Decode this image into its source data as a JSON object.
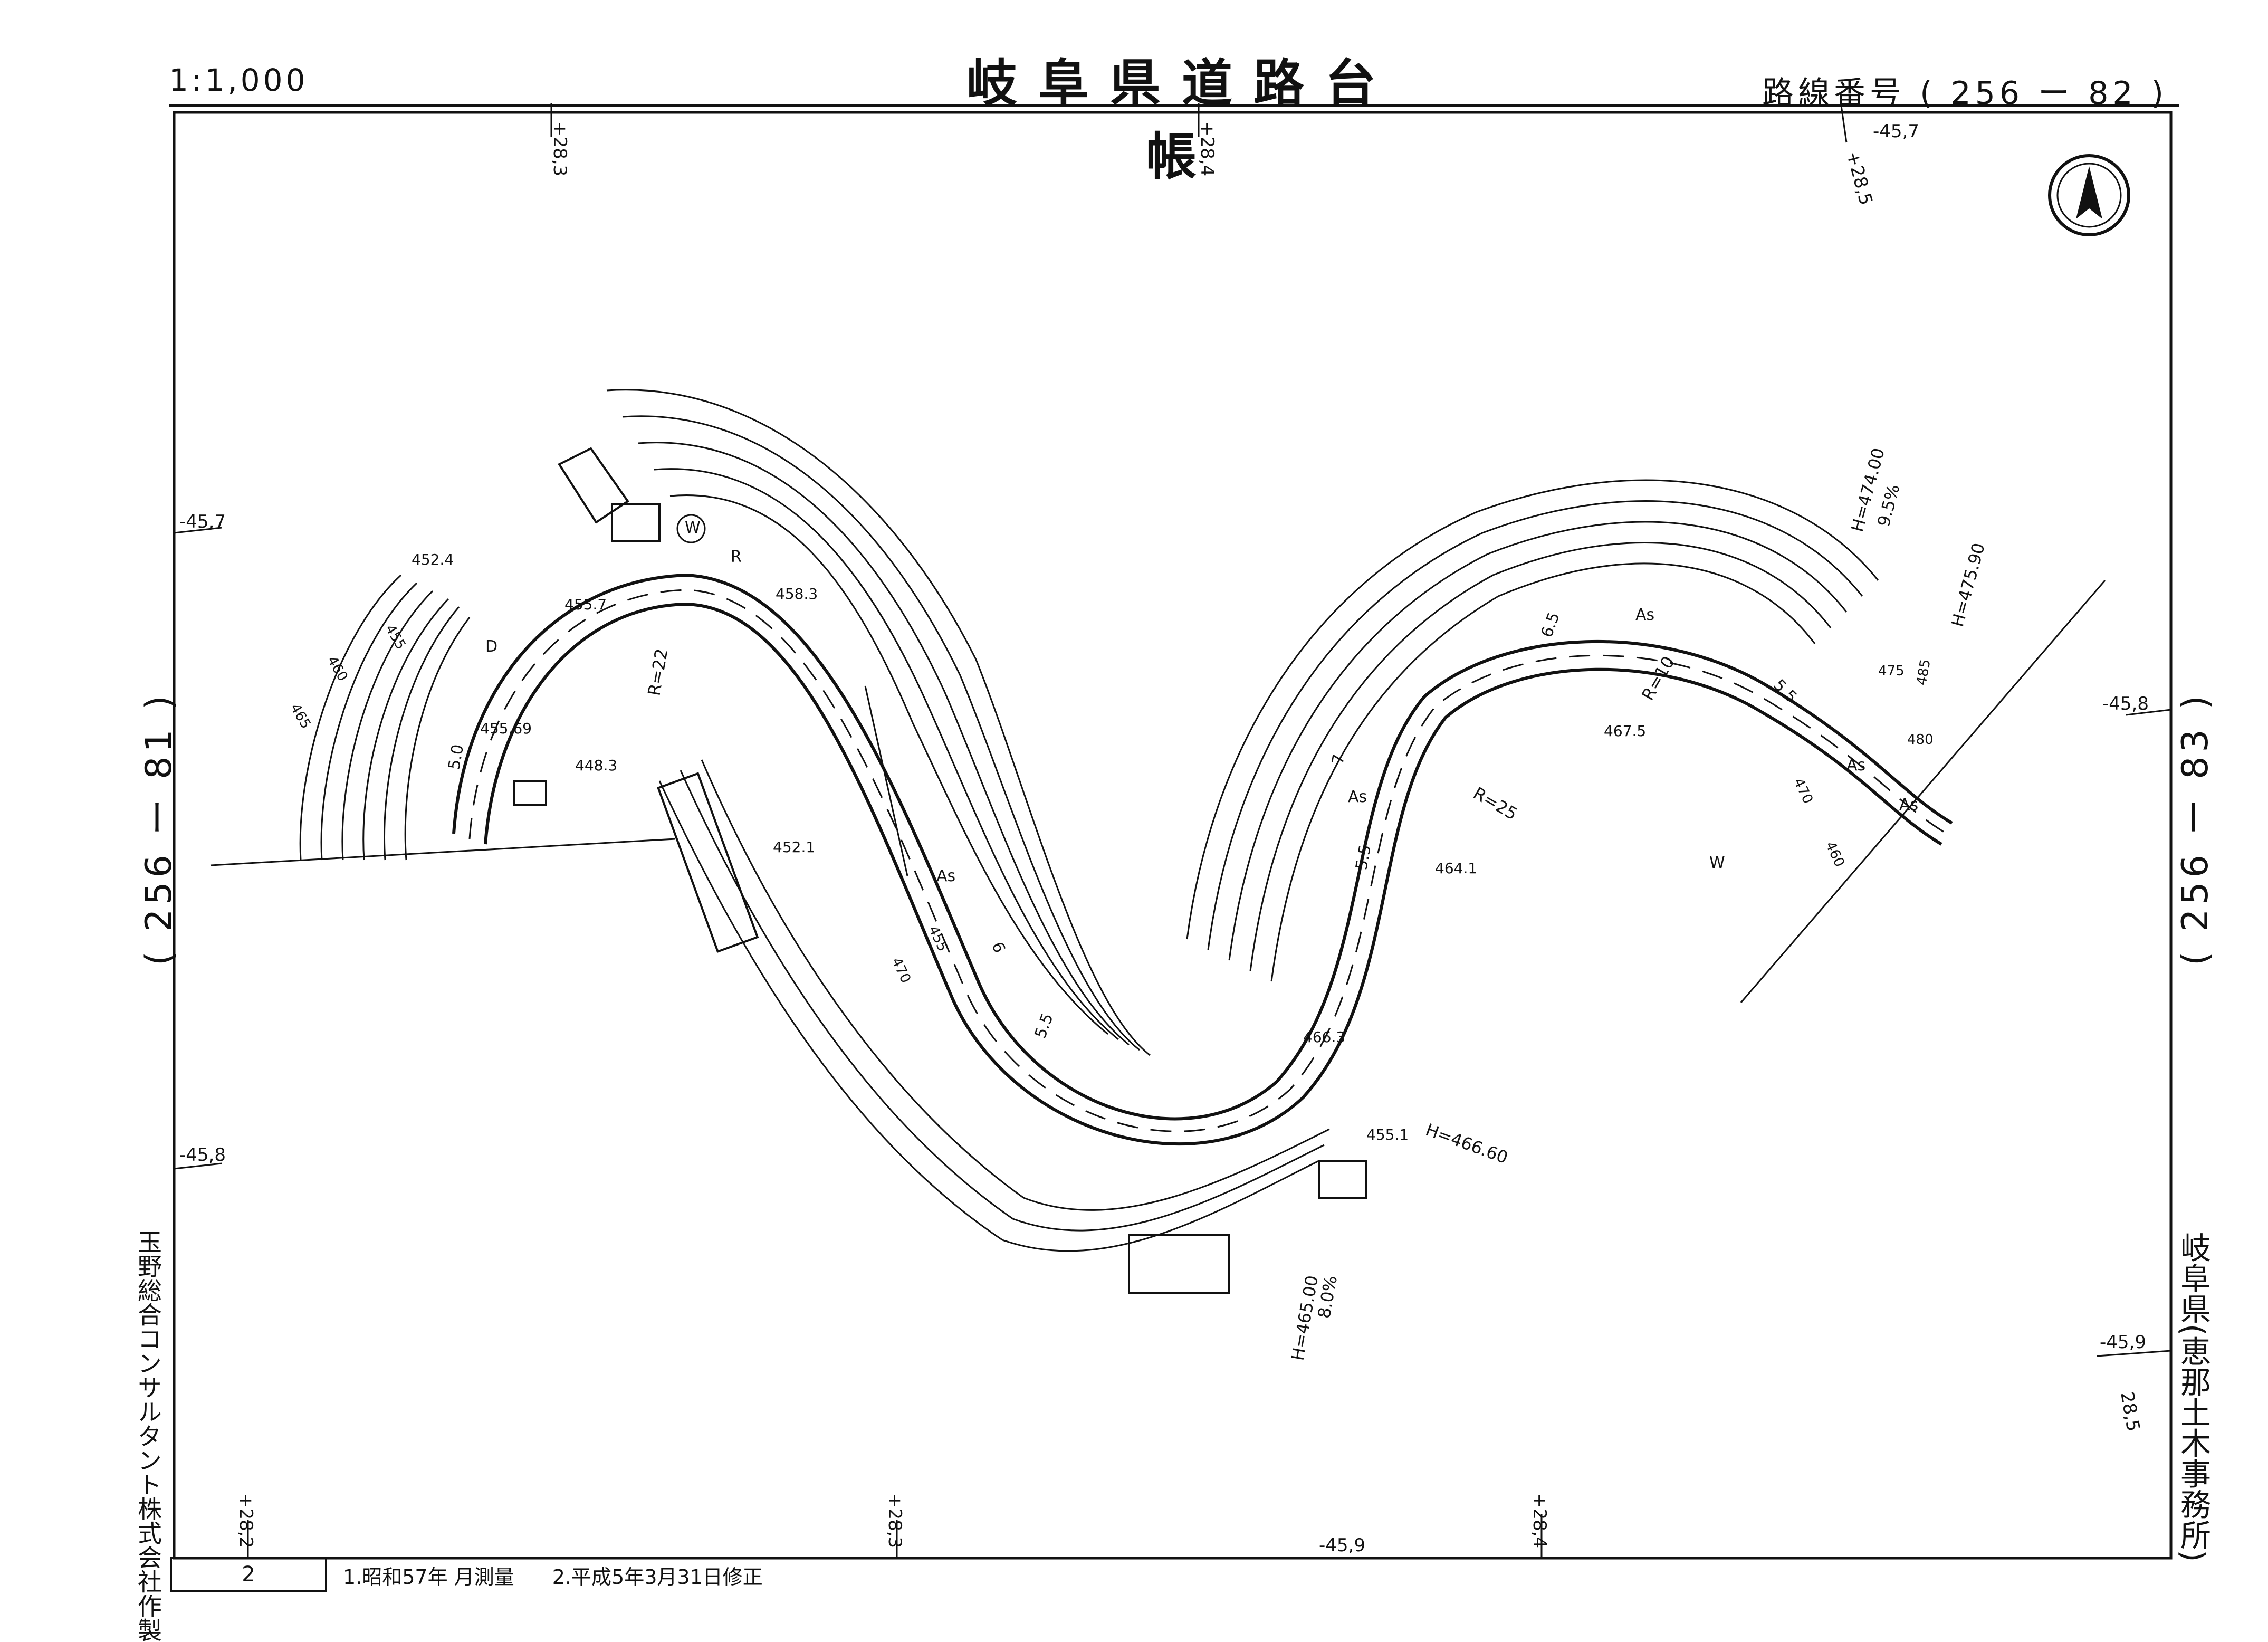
{
  "header": {
    "title": "岐阜県道路台帳",
    "scale": "1:1,000",
    "route_label": "路線番号",
    "route_number": "( 256 ー  82 )"
  },
  "adjacent_sheets": {
    "left": "( 256 ー  81 )",
    "right": "( 256 ー  83 )"
  },
  "grid_labels": {
    "top": [
      "+28,3",
      "+28,4",
      "+28,5"
    ],
    "bottom": [
      "+28,2",
      "+28,3",
      "+28,4"
    ],
    "left": [
      "-45,7",
      "-45,8"
    ],
    "right": [
      "-45,8",
      "-45,9",
      "28,5"
    ],
    "top_right": "-45,7",
    "bottom_mid": "-45,9"
  },
  "map_labels": {
    "elevations": [
      "452.4",
      "455.7",
      "455.69",
      "448.3",
      "452.1",
      "458.3",
      "467.5",
      "464.1",
      "466.3",
      "455.1"
    ],
    "contours": [
      "455",
      "460",
      "465",
      "470",
      "455",
      "460",
      "470",
      "475",
      "480",
      "485"
    ],
    "radii": [
      "R=22",
      "R=25",
      "R=10"
    ],
    "grades": [
      "H=474.00",
      "9.5%",
      "H=475.90",
      "H=466.60",
      "H=465.00",
      "8.0%"
    ],
    "surface": [
      "As",
      "As",
      "As",
      "As",
      "As"
    ],
    "widths": [
      "5.5",
      "6",
      "7",
      "5.5",
      "6.5",
      "5.5",
      "5.0"
    ],
    "symbols": [
      "W",
      "R",
      "D",
      "W"
    ]
  },
  "footer": {
    "sheet_number": "2",
    "note1": "1.昭和57年 月測量",
    "note2": "2.平成5年3月31日修正",
    "maker": "玉野総合コンサルタント株式会社作製",
    "office": "岐阜県(恵那土木事務所)"
  },
  "colors": {
    "ink": "#111111",
    "paper": "#ffffff"
  },
  "icons": {
    "north_arrow": "north-arrow-icon"
  }
}
